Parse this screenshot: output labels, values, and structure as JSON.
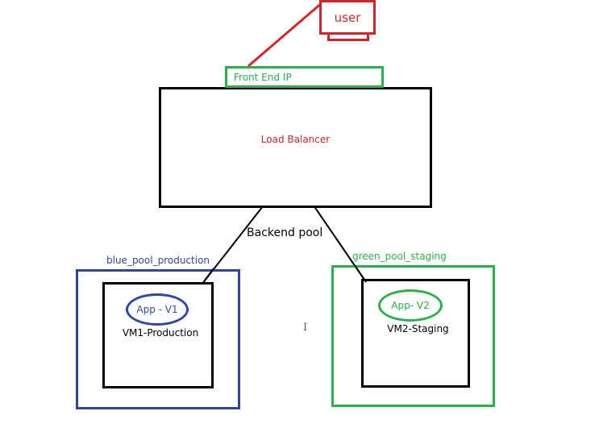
{
  "user": {
    "label": "user"
  },
  "frontend": {
    "label": "Front End IP"
  },
  "load_balancer": {
    "label": "Load Balancer"
  },
  "backend": {
    "label": "Backend pool"
  },
  "blue_pool": {
    "label": "blue_pool_production",
    "app_label": "App - V1",
    "vm_label": "VM1-Production"
  },
  "green_pool": {
    "label": "green_pool_staging",
    "app_label": "App- V2",
    "vm_label": "VM2-Staging"
  },
  "cursor": {
    "glyph": "I"
  },
  "colors": {
    "user": "#d5252a",
    "frontend": "#2bb04a",
    "blue_pool": "#3046a4",
    "green_pool": "#2bb04a",
    "load_balancer_label": "#c8262f",
    "lines": "#000000"
  }
}
